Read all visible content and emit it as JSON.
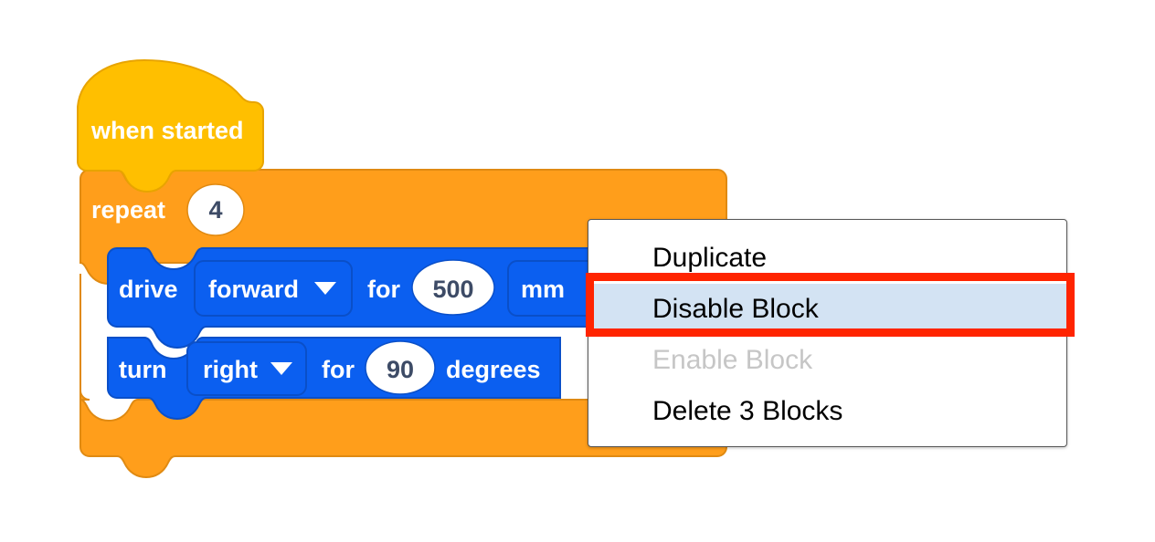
{
  "workspace": {
    "blocks": [
      {
        "id": "when-started",
        "type": "hat",
        "label": "when started",
        "color": "#FFBF00",
        "stroke": "#E8A400"
      },
      {
        "id": "repeat",
        "type": "c-block",
        "label": "repeat",
        "value": "4",
        "color": "#FF9E1B",
        "stroke": "#E08A12"
      },
      {
        "id": "drive",
        "type": "statement",
        "label": "drive",
        "dropdown": "forward",
        "connector": "for",
        "value": "500",
        "unit": "mm",
        "color": "#0B5FF0",
        "stroke": "#0A4FC8"
      },
      {
        "id": "turn",
        "type": "statement",
        "label": "turn",
        "dropdown": "right",
        "connector": "for",
        "value": "90",
        "unit": "degrees",
        "color": "#0B5FF0",
        "stroke": "#0A4FC8"
      }
    ]
  },
  "context_menu": {
    "items": [
      {
        "label": "Duplicate",
        "state": "normal"
      },
      {
        "label": "Disable Block",
        "state": "highlighted"
      },
      {
        "label": "Enable Block",
        "state": "disabled"
      },
      {
        "label": "Delete 3 Blocks",
        "state": "normal"
      }
    ],
    "highlight_color": "#D3E3F3",
    "disabled_text_color": "#C6C6C6",
    "border_color": "#585858",
    "background": "#FFFFFF"
  },
  "annotation": {
    "type": "rectangle",
    "color": "#FF2400",
    "targets": "Disable Block"
  },
  "icons": {
    "dropdown_arrow": "chevron-down-icon"
  }
}
